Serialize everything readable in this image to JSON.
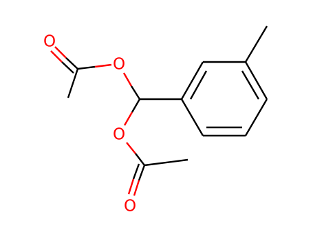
{
  "molecule": {
    "atom_labels": {
      "o_upper_carbonyl": "O",
      "o_upper_ester": "O",
      "o_lower_ester": "O",
      "o_lower_carbonyl": "O"
    },
    "colors": {
      "bond": "#000000",
      "oxygen": "#ff0000",
      "background": "#ffffff"
    }
  }
}
